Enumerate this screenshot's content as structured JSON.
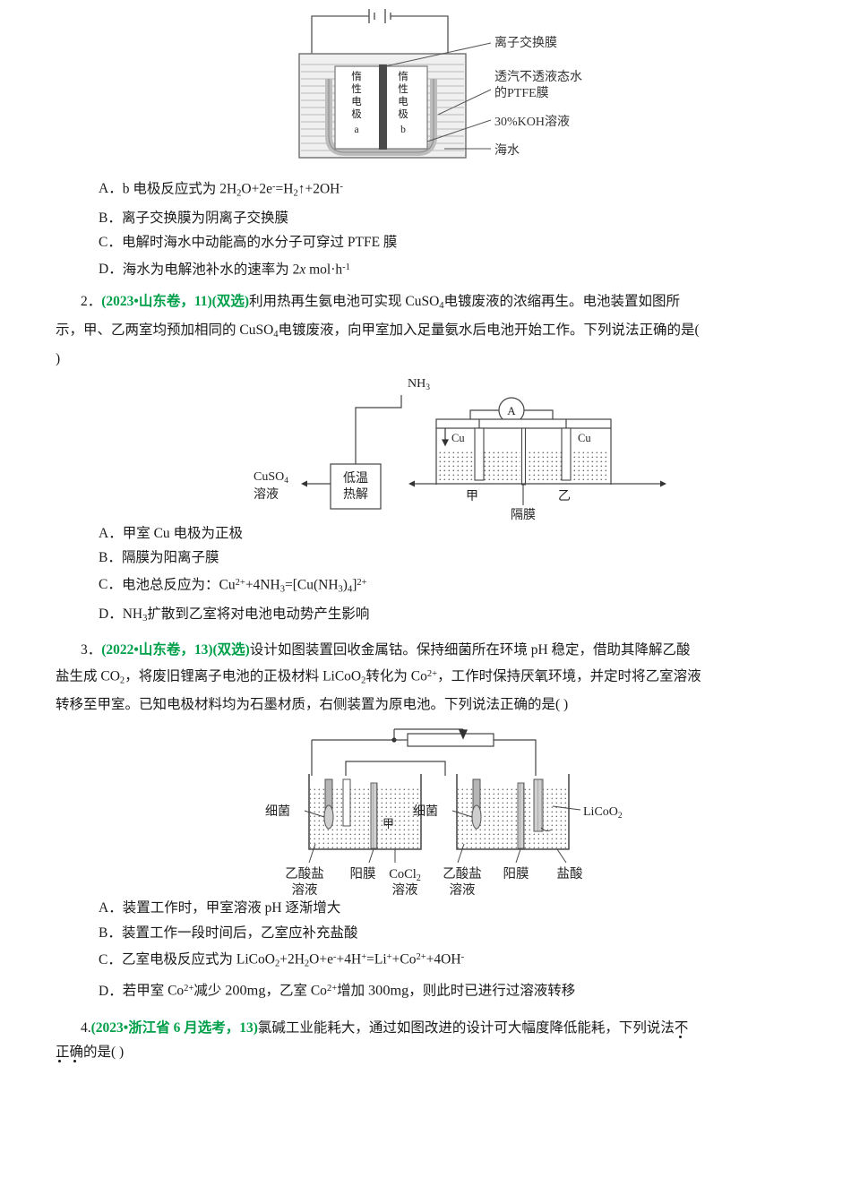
{
  "doc": {
    "subject": "chemistry-exam-worksheet",
    "language": "zh-CN"
  },
  "figure1": {
    "name": "seawater-electrolysis-cell",
    "electrode_a": "惰性电极a",
    "electrode_b": "惰性电极b",
    "labels": [
      "离子交换膜",
      "透汽不透液态水",
      "的PTFE膜",
      "30%KOH溶液",
      "海水"
    ]
  },
  "q1_options": [
    {
      "label": "A．",
      "text": "b 电极反应式为 2H",
      "full": "b 电极反应式为 2H₂O+2e⁻=H₂↑+2OH⁻"
    },
    {
      "label": "B．",
      "text": "离子交换膜为阴离子交换膜"
    },
    {
      "label": "C．",
      "text": "电解时海水中动能高的水分子可穿过 PTFE 膜"
    },
    {
      "label": "D．",
      "text": "海水为电解池补水的速率为 2x mol·h⁻¹"
    }
  ],
  "q2": {
    "number": "2．",
    "source": "(2023•山东卷，11)(双选)",
    "line1_rest": "利用热再生氨电池可实现 CuSO",
    "line1_rest2": "电镀废液的浓缩再生。电池装置如图所",
    "line2_a": "示，甲、乙两室均预加相同的 CuSO",
    "line2_b": "电镀废液，向甲室加入足量氨水后电池开始工作。下列说法正确的是(",
    "line3": ")"
  },
  "figure2": {
    "name": "thermally-regenerative-ammonia-battery",
    "nh3": "NH",
    "nh3_sub": "3",
    "ammeter": "A",
    "electrode_left": "Cu",
    "electrode_right": "Cu",
    "box_line1": "低温",
    "box_line2": "热解",
    "out_line1": "CuSO",
    "out_sub": "4",
    "out_line2": "溶液",
    "chamber_left": "甲",
    "chamber_right": "乙",
    "membrane": "隔膜"
  },
  "q2_options": [
    {
      "label": "A．",
      "text": "甲室 Cu 电极为正极"
    },
    {
      "label": "B．",
      "text": "隔膜为阳离子膜"
    },
    {
      "label": "C．",
      "text": "电池总反应为：Cu²⁺+4NH₃=[Cu(NH₃)₄]²⁺"
    },
    {
      "label": "D．",
      "text": "NH₃扩散到乙室将对电池电动势产生影响"
    }
  ],
  "q3": {
    "number": "3．",
    "source": "(2022•山东卷，13)(双选)",
    "line1": "设计如图装置回收金属钴。保持细菌所在环境 pH 稳定，借助其降解乙酸",
    "line2a": "盐生成 CO",
    "line2b": "，将废旧锂离子电池的正极材料 LiCoO",
    "line2c": "转化为 Co",
    "line2d": "，工作时保持厌氧环境，并定时将乙室溶液",
    "line3": "转移至甲室。已知电极材料均为石墨材质，右侧装置为原电池。下列说法正确的是(    )"
  },
  "figure3": {
    "name": "cobalt-recovery-bioelectrochemical-cell",
    "bacteria_left": "细菌",
    "bacteria_right": "细菌",
    "licoo2": "LiCoO",
    "licoo2_sub": "2",
    "chamber_left": "甲",
    "bottom_labels": [
      {
        "l1": "乙酸盐",
        "l2": "溶液"
      },
      {
        "l1": "阳膜",
        "l2": ""
      },
      {
        "l1": "CoCl",
        "sub": "2",
        "l2": "溶液"
      },
      {
        "l1": "乙酸盐",
        "l2": "溶液"
      },
      {
        "l1": "阳膜",
        "l2": ""
      },
      {
        "l1": "盐酸",
        "l2": ""
      }
    ]
  },
  "q3_options": [
    {
      "label": "A．",
      "text": "装置工作时，甲室溶液 pH 逐渐增大"
    },
    {
      "label": "B．",
      "text": "装置工作一段时间后，乙室应补充盐酸"
    },
    {
      "label": "C．",
      "text": "乙室电极反应式为 LiCoO₂+2H₂O+e⁻+4H⁺=Li⁺+Co²⁺+4OH⁻"
    },
    {
      "label": "D．",
      "text": "若甲室 Co²⁺减少 200mg，乙室 Co²⁺增加 300mg，则此时已进行过溶液转移"
    }
  ],
  "q4": {
    "number": "4.",
    "source": "(2023•浙江省 6 月选考，13)",
    "line1": "氯碱工业能耗大，通过如图改进的设计可大幅度降低能耗，下列说法不",
    "line2a": "正确",
    "line2b": "的是(    )"
  },
  "colors": {
    "source_green": "#00a04a",
    "ink": "#1a1a1a",
    "figure_line": "#4d4d4d",
    "solution_fill": "#e8e8e8",
    "electrode_dark": "#4a4a4a",
    "electrode_gray": "#b8b8b8"
  }
}
